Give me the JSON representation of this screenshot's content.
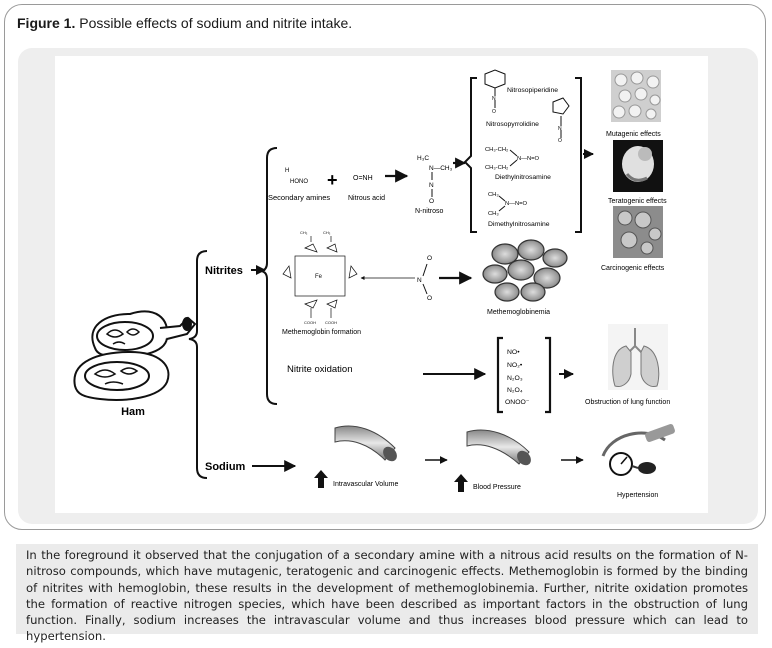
{
  "figure": {
    "label": "Figure 1.",
    "title": " Possible effects of sodium and nitrite intake."
  },
  "nodes": {
    "ham": "Ham",
    "nitrites": "Nitrites",
    "sodium": "Sodium"
  },
  "nitrosamine_branch": {
    "h3": "H",
    "hono": "HONO",
    "secondary_amines": "Secondary amines",
    "onh": "O=NH",
    "nitrous_acid": "Nitrous acid",
    "n_nitroso": "N-nitroso",
    "products": [
      "Nitrosopiperidine",
      "Nitrosopyrrolidine",
      "Diethylnitrosamine",
      "Dimethylnitrosamine"
    ],
    "effects": [
      "Mutagenic effects",
      "Teratogenic effects",
      "Carcinogenic effects"
    ]
  },
  "methemoglobin_branch": {
    "formation": "Methemoglobin formation",
    "result": "Methemoglobinemia"
  },
  "oxidation_branch": {
    "label": "Nitrite oxidation",
    "species": [
      "NO•",
      "NO₂•",
      "N₂O₃",
      "N₂O₄",
      "ONOO⁻"
    ],
    "effect": "Obstruction of lung function"
  },
  "sodium_branch": {
    "intravascular": "Intravascular Volume",
    "blood_pressure": "Blood Pressure",
    "hypertension": "Hypertension"
  },
  "caption": "In the foreground it observed that the conjugation of a secondary amine with a nitrous acid results on the formation of N-nitroso compounds, which have mutagenic, teratogenic and carcinogenic effects. Methemoglobin is formed by the binding of nitrites with hemoglobin, these results in the development of methemoglobinemia. Further, nitrite oxidation promotes the formation of reactive nitrogen species, which have been described as important factors in the obstruction of lung function. Finally, sodium increases the intravascular volume and thus increases blood pressure which can lead to hypertension."
}
